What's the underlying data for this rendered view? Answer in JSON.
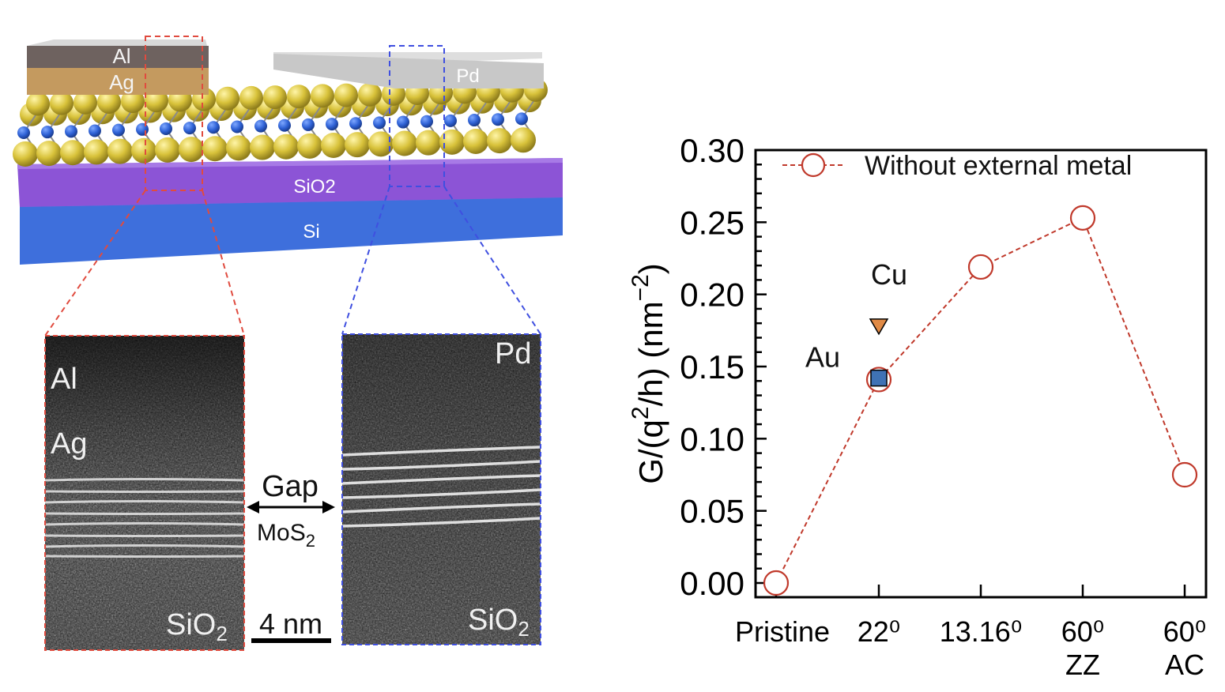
{
  "device": {
    "layers": {
      "al": "Al",
      "ag": "Ag",
      "pd": "Pd",
      "sio2": "SiO2",
      "si": "Si"
    },
    "colors": {
      "al": "#6e625f",
      "ag": "#c49a5f",
      "pd": "#c8c8c8",
      "sio2": "#8c54d6",
      "si": "#3e6fdc",
      "sulfur": "#d8c23a",
      "molybdenum": "#2f62d6",
      "box_left": "#e04b3f",
      "box_right": "#3f4fe0"
    }
  },
  "tem": {
    "left": {
      "top_label": "Al",
      "mid_label": "Ag",
      "bottom_label": "SiO",
      "bottom_sub": "2"
    },
    "right": {
      "top_label": "Pd",
      "bottom_label": "SiO",
      "bottom_sub": "2"
    },
    "gap_label": "Gap",
    "mos2_label": "MoS",
    "mos2_sub": "2",
    "scale_label": "4 nm"
  },
  "chart_data": {
    "type": "line",
    "categories": [
      [
        "Pristine"
      ],
      [
        "22⁰"
      ],
      [
        "13.16⁰"
      ],
      [
        "60⁰",
        "ZZ"
      ],
      [
        "60⁰",
        "AC"
      ]
    ],
    "series": [
      {
        "name": "Without external metal",
        "values": [
          0.0,
          0.141,
          0.219,
          0.253,
          0.075
        ],
        "style": "dashed line, open circles",
        "color": "#c0392b"
      }
    ],
    "extra_points": [
      {
        "label": "Cu",
        "category_index": 1,
        "value": 0.178,
        "marker": "triangle-down",
        "color": "#e08a45"
      },
      {
        "label": "Au",
        "category_index": 1,
        "value": 0.142,
        "marker": "square",
        "color": "#3f72b5"
      }
    ],
    "ylabel": "G/(q²/h) (nm⁻²)",
    "ylabel_parts": {
      "pre": "G/(q",
      "sup1": "2",
      "mid": "/h) (nm",
      "sup2": "−2",
      "post": ")"
    },
    "ylim": [
      0.0,
      0.3
    ],
    "yticks": [
      "0.00",
      "0.05",
      "0.10",
      "0.15",
      "0.20",
      "0.25",
      "0.30"
    ],
    "legend": "top-left"
  }
}
